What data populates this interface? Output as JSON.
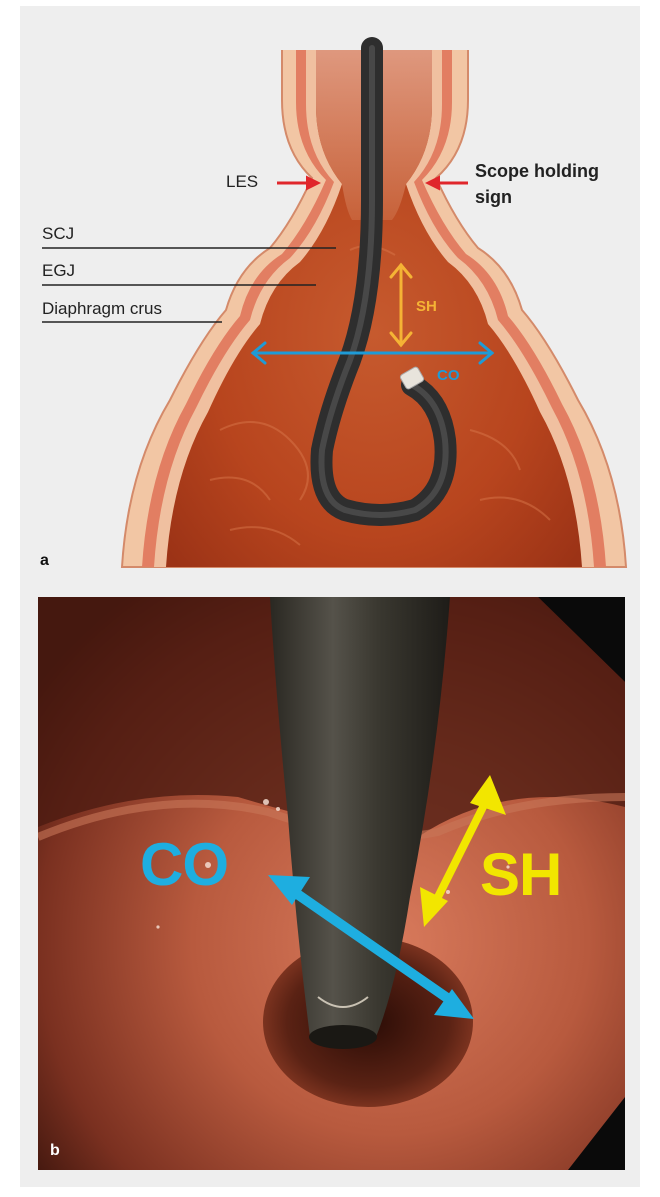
{
  "panel_a": {
    "letter": "a",
    "labels": {
      "les": "LES",
      "scope_holding_sign_line1": "Scope holding",
      "scope_holding_sign_line2": "sign",
      "scj": "SCJ",
      "egj": "EGJ",
      "diaphragm_crus": "Diaphragm crus",
      "sh": "SH",
      "co": "CO"
    },
    "colors": {
      "les_arrows": "#e0262b",
      "sh_arrow": "#f5b335",
      "co_arrow": "#1e9bd7",
      "scope": "#3a3a3a",
      "mucosa": "#c24a22",
      "wall_outer": "#f3c9a8",
      "wall_inner": "#e08a6d"
    }
  },
  "panel_b": {
    "letter": "b",
    "labels": {
      "co": "CO",
      "sh": "SH"
    },
    "colors": {
      "co": "#1eaee0",
      "sh": "#f2e600",
      "tissue": "#b8553b",
      "scope": "#3c3a33"
    }
  }
}
